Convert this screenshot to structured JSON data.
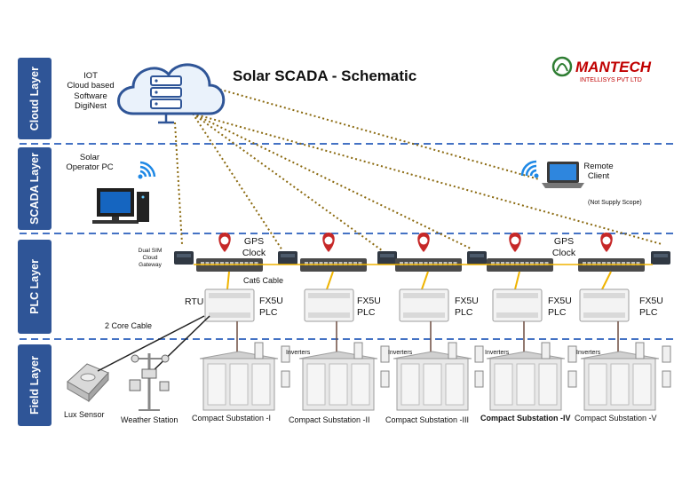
{
  "title": "Solar SCADA - Schematic",
  "brand": {
    "name": "MANTECH",
    "sub": "INTELLISYS PVT LTD"
  },
  "layers": [
    {
      "id": "cloud",
      "label": "Cloud Layer"
    },
    {
      "id": "scada",
      "label": "SCADA Layer"
    },
    {
      "id": "plc",
      "label": "PLC Layer"
    },
    {
      "id": "field",
      "label": "Field Layer"
    }
  ],
  "cloud_label": [
    "IOT",
    "Cloud based",
    "Software",
    "DigiNest"
  ],
  "operator_pc_label": [
    "Solar",
    "Operator PC"
  ],
  "remote_client_label": [
    "Remote",
    "Client"
  ],
  "remote_note": "(Not Supply Scope)",
  "gps_label": [
    "GPS",
    "Clock"
  ],
  "gateway_label": [
    "Dual SIM",
    "Cloud",
    "Gateway"
  ],
  "cat6_label": "Cat6 Cable",
  "rtu_label": "RTU",
  "plc_label": [
    "FX5U",
    "PLC"
  ],
  "two_core_label": "2 Core Cable",
  "inverters_label": "Inverters",
  "lux_label": "Lux Sensor",
  "weather_label": "Weather Station",
  "substations": [
    "Compact Substation -I",
    "Compact Substation -II",
    "Compact Substation -III",
    "Compact Substation -IV",
    "Compact Substation -V"
  ],
  "colors": {
    "layer_tab": "#2f5597",
    "dash": "#4472c4",
    "link": "#8b6a10",
    "cable": "#f0b400",
    "brand": "#c00000"
  }
}
